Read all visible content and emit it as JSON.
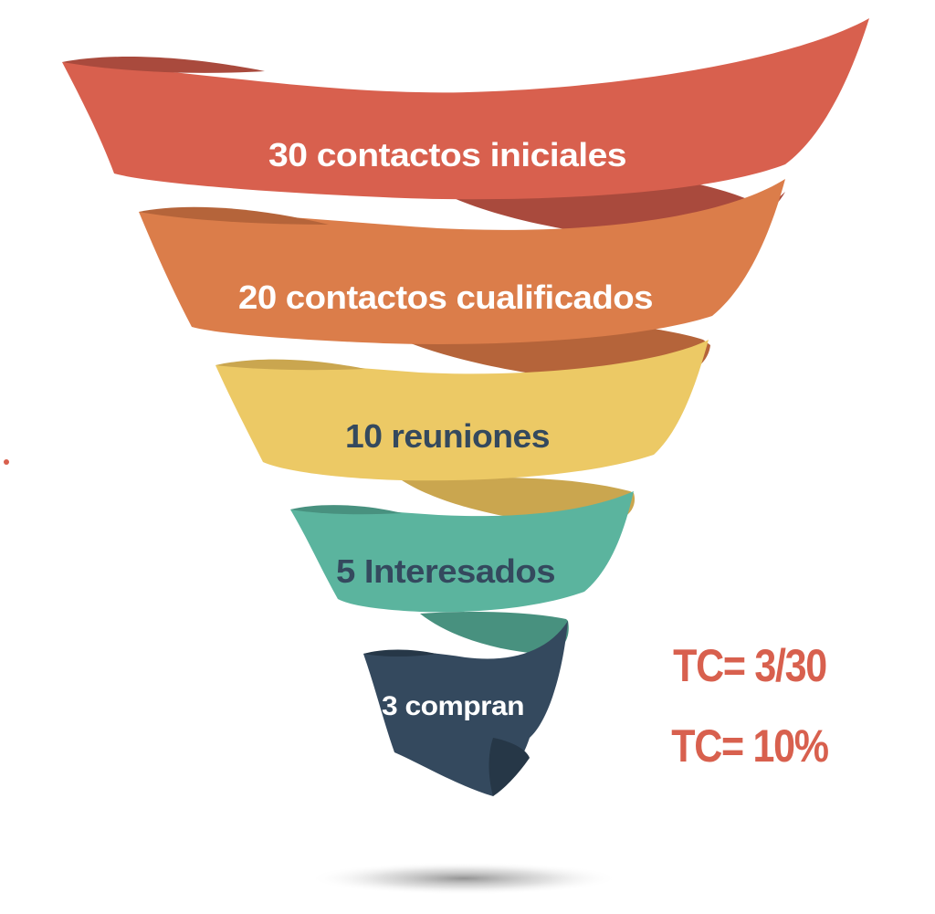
{
  "funnel": {
    "stages": [
      {
        "label": "30 contactos iniciales",
        "color": "#d8604e",
        "text_color": "#ffffff"
      },
      {
        "label": "20 contactos cualificados",
        "color": "#db7d4a",
        "text_color": "#ffffff"
      },
      {
        "label": "10 reuniones",
        "color": "#ecc965",
        "text_color": "#34495e"
      },
      {
        "label": "5 Interesados",
        "color": "#5bb49e",
        "text_color": "#34495e"
      },
      {
        "label": "3 compran",
        "color": "#34495e",
        "text_color": "#ffffff"
      }
    ]
  },
  "conversion": {
    "ratio_text": "TC= 3/30",
    "percent_text": "TC= 10%",
    "color": "#d8604e"
  }
}
